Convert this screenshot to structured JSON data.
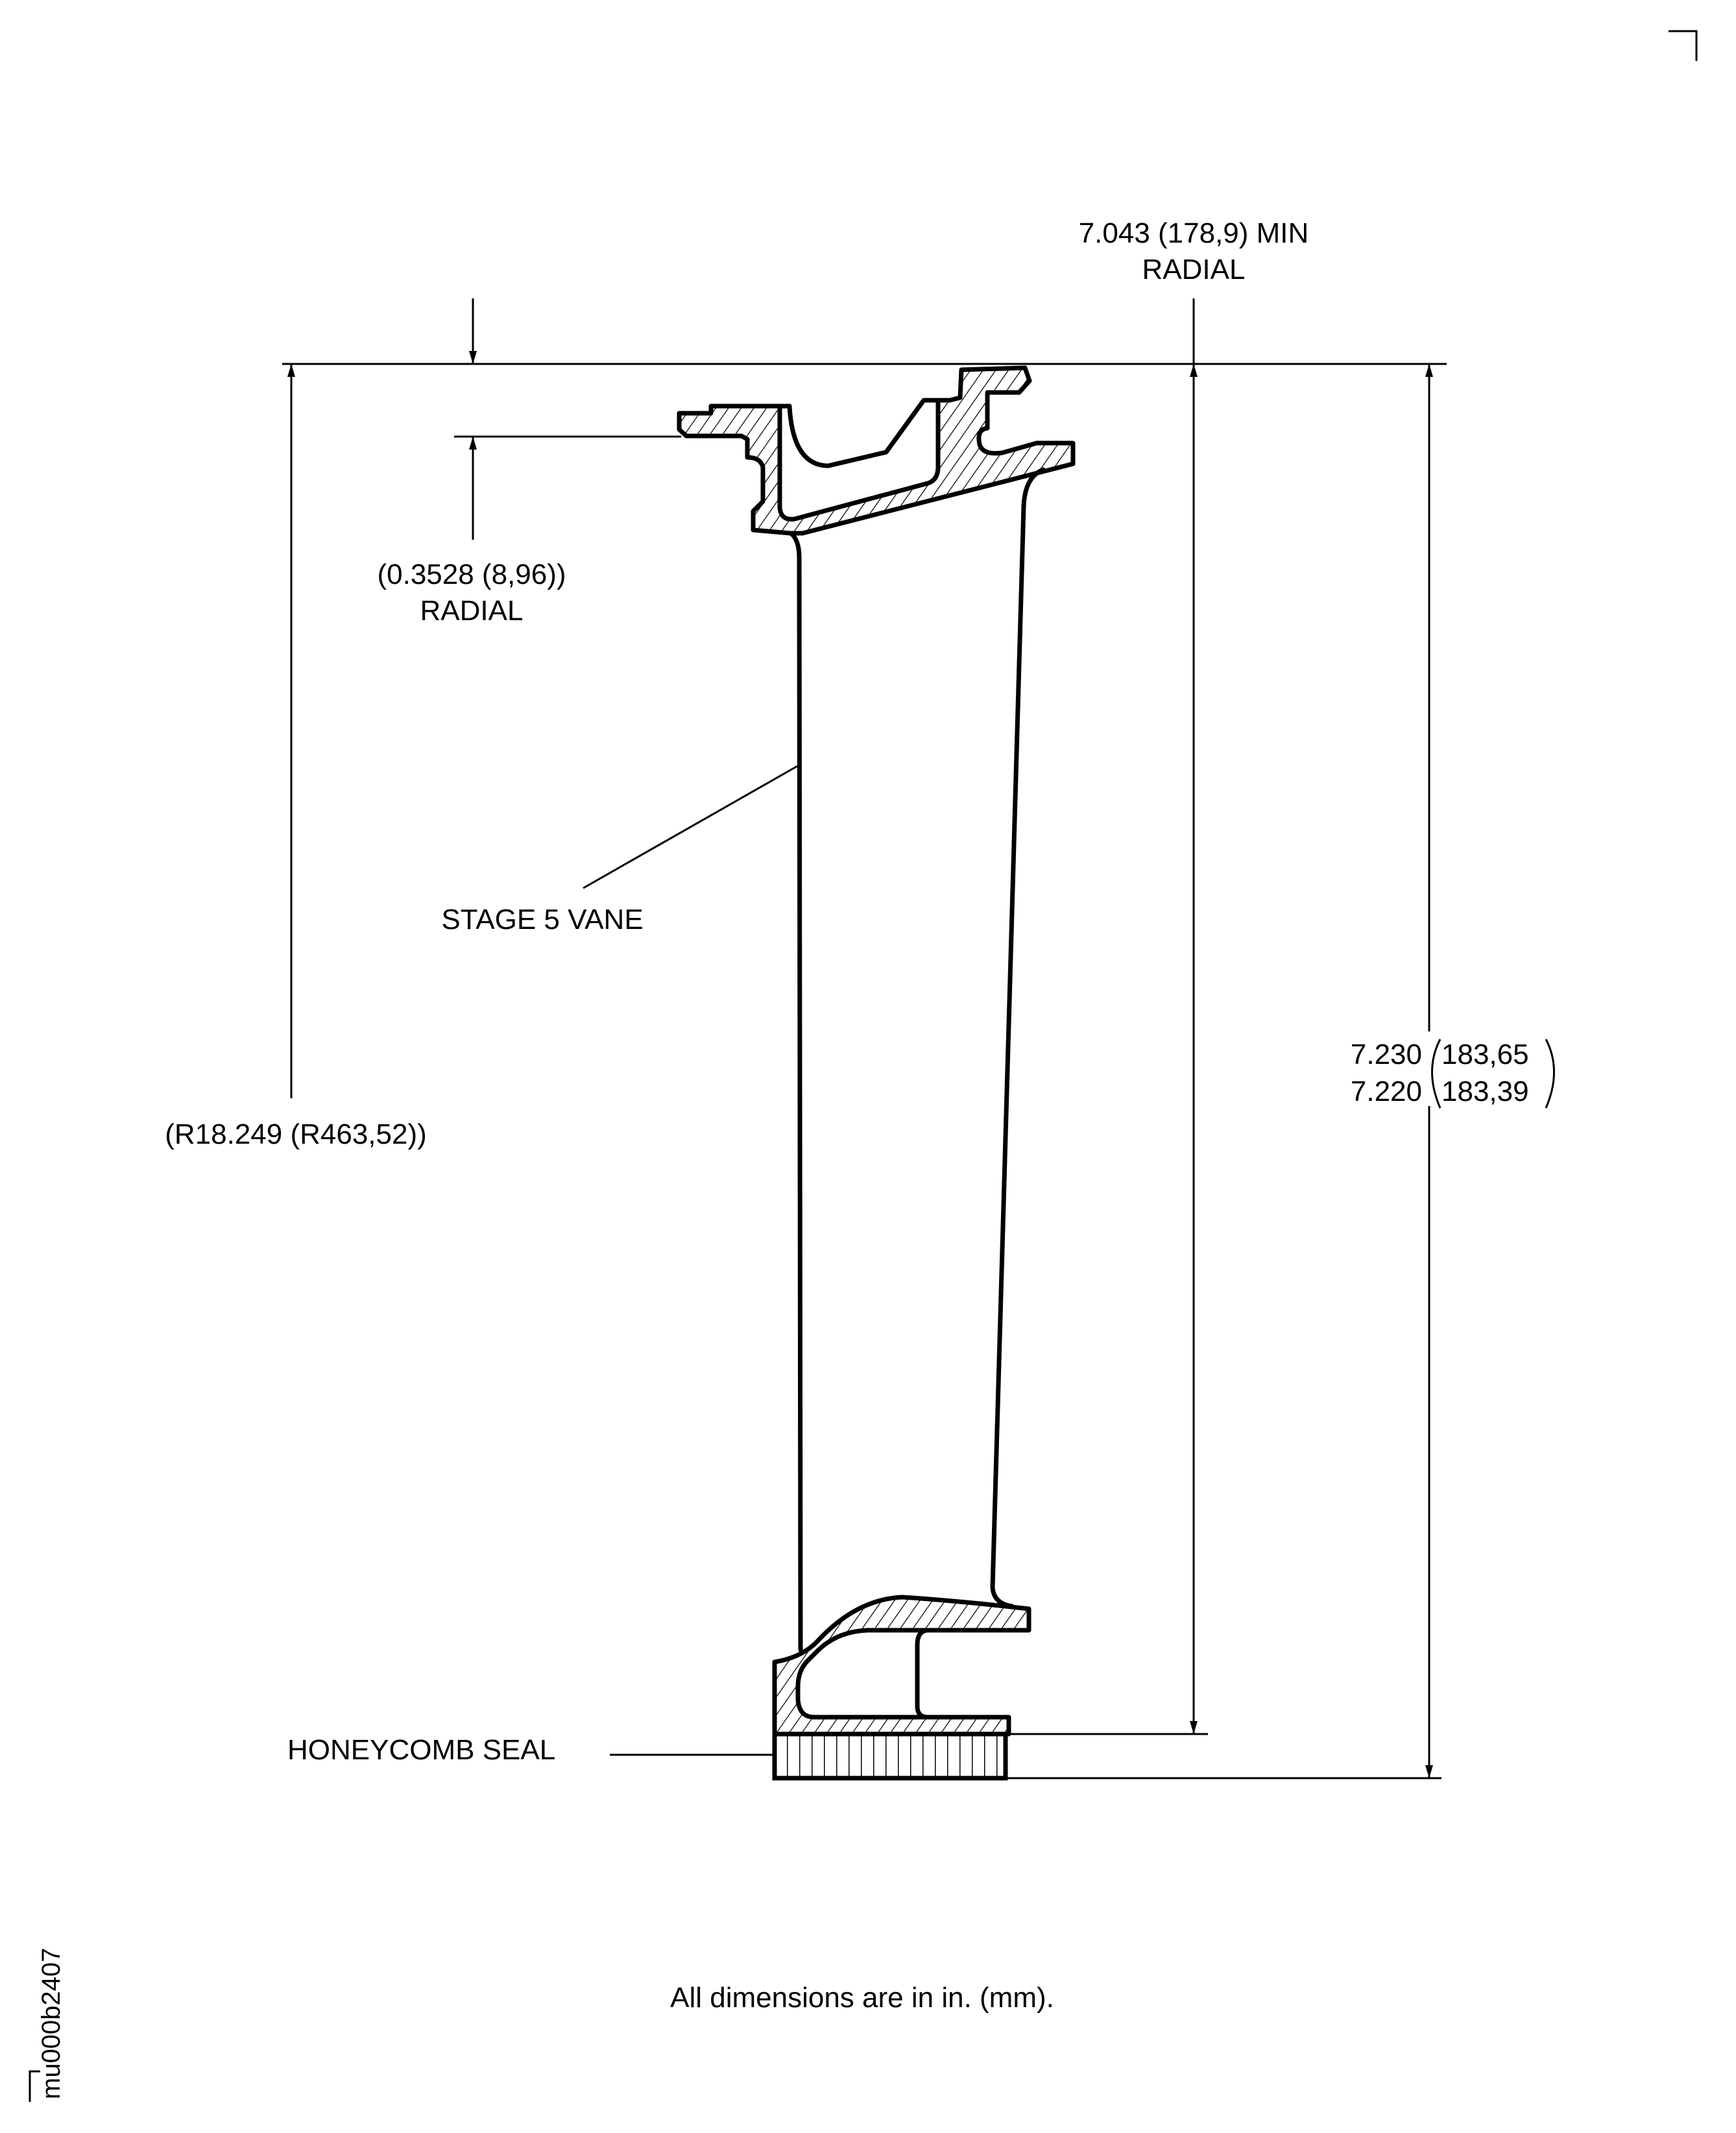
{
  "figure_id": "mu000b2407",
  "footer_note": "All dimensions are in in. (mm).",
  "labels": {
    "stage_vane": "STAGE 5 VANE",
    "honeycomb_seal": "HONEYCOMB SEAL"
  },
  "dimensions": {
    "min_radial_line1": "7.043 (178,9) MIN",
    "min_radial_line2": "RADIAL",
    "shroud_radial_line1": "(0.3528 (8,96))",
    "shroud_radial_line2": "RADIAL",
    "radius": "(R18.249 (R463,52))",
    "height_upper_in": "7.230",
    "height_lower_in": "7.220",
    "height_upper_mm": "183,65",
    "height_lower_mm": "183,39"
  }
}
